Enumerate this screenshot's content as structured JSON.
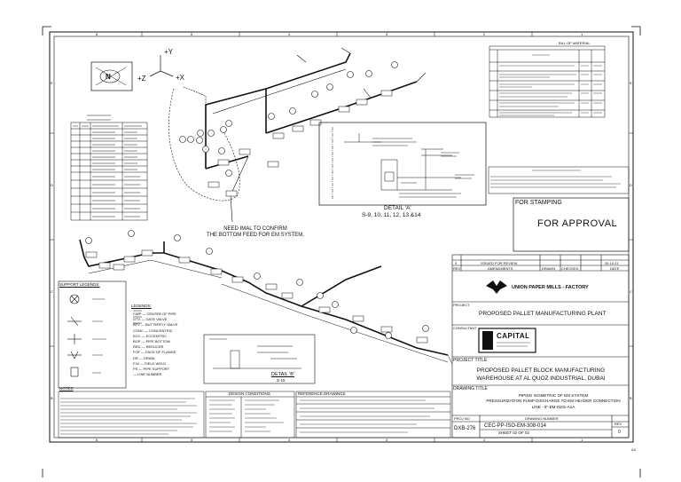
{
  "notes": {
    "need_imal": "NEED IMAL TO CONFIRM",
    "bottom_feed": "THE BOTTOM FEED FOR EM SYSTEM,",
    "detail_a_title": "DETAIL 'A'",
    "detail_a_sub": "S-9, 10, 11, 12, 13 &14",
    "detail_b_title": "DETAIL 'B'",
    "detail_b_sub": "S-15"
  },
  "orientation": {
    "north": "N",
    "plus_y": "+Y",
    "plus_z": "+Z",
    "plus_x": "+X"
  },
  "stamp": {
    "label": "FOR STAMPING",
    "approval": "FOR APPROVAL"
  },
  "titleblock": {
    "client_logo_text": "UNION PAPER MILLS - FACTORY",
    "project_label": "PROJECT",
    "project_name": "PROPOSED PALLET MANUFACTURING PLANT",
    "consultant_label": "CONSULTANT",
    "consultant_logo": "CAPITAL",
    "project_title_label": "PROJECT TITLE",
    "project_title_1": "PROPOSED PALLET BLOCK MANUFACTURING",
    "project_title_2": "WAREHOUSE AT AL QUOZ INDUSTRIAL, DUBAI",
    "drawing_title_label": "DRAWING TITLE",
    "drawing_title_1": "PIPING ISOMETRIC OF EM SYSTEM",
    "drawing_title_2": "PRESSURIZATION PUMP DISCHARGE TO EM HEADER CONNECTION",
    "drawing_title_3": "LINE - 6\"-EM-0201-A1A",
    "proj_no_label": "PROJ NO",
    "drawing_number_label": "DRAWING NUMBER",
    "proj_no": "DXB-276",
    "drawing_number": "CEC-PP-ISO-EM-308-014",
    "sheet": "SHEET 02 OF 02",
    "rev_label": "REV",
    "rev": "0",
    "issued_for_review": "ISSUED FOR REVIEW",
    "rev_row_date": "26.10.21",
    "rev_num": "0",
    "cols": {
      "rev": "REV",
      "amendments": "AMENDMENTS",
      "drawn": "DRAWN",
      "checked": "CHECKED",
      "date": "DATE"
    },
    "size": "A3"
  },
  "bom": {
    "title": "BILL OF MATERIAL"
  },
  "support_legends": {
    "title": "SUPPORT LEGENDS:"
  },
  "legends": {
    "title": "LEGENDS:"
  },
  "abbreviations": [
    "CWP — CENTER OF PIPE",
    "GTV — GATE VALVE",
    "BFV — BUTTERFLY VALVE",
    "CONC — CONCENTRIC",
    "ECC — ECCENTRIC",
    "BOP — PIPE BOTTOM",
    "RED — REDUCER",
    "FOF — FACE OF FLANGE",
    "DR — DRAIN",
    "F.W — FIELD WELD",
    "PS — PIPE SUPPORT",
    "— LINE NUMBER"
  ],
  "design_conditions": {
    "title": "DESIGN CONDITIONS"
  },
  "reference_drawings": {
    "title": "REFERENCE DRAWINGS"
  },
  "notes_title": "NOTES"
}
